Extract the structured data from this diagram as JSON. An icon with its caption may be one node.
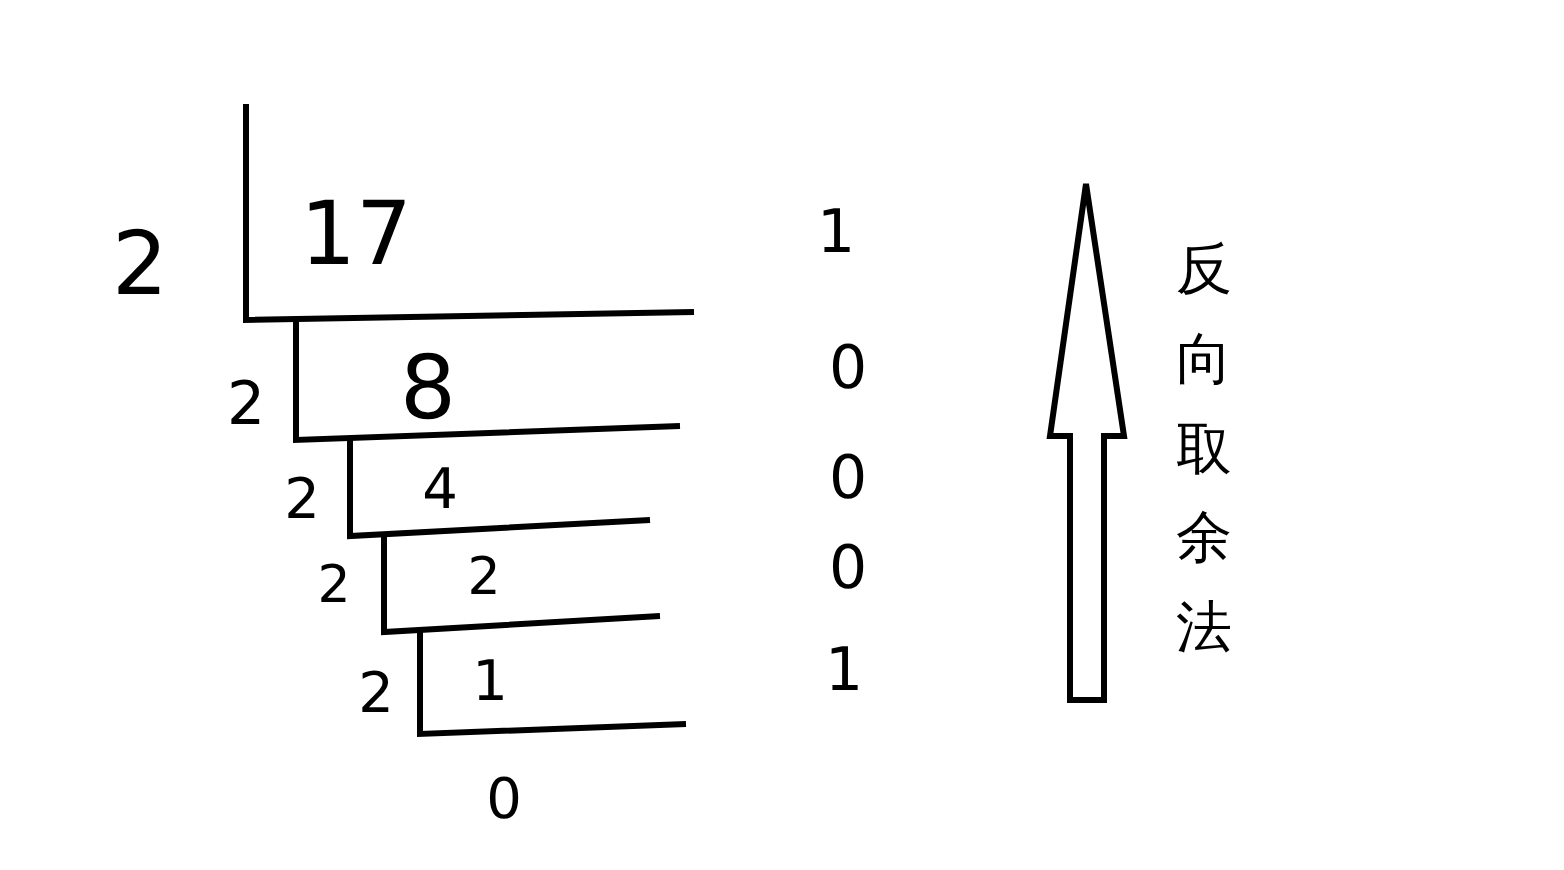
{
  "diagram": {
    "labels": [
      "2",
      "17",
      "1",
      "反向取余法",
      "2",
      "8",
      "0",
      "2",
      "4",
      "0",
      "2",
      "2",
      "0",
      "2",
      "1",
      "1",
      "0"
    ]
  }
}
